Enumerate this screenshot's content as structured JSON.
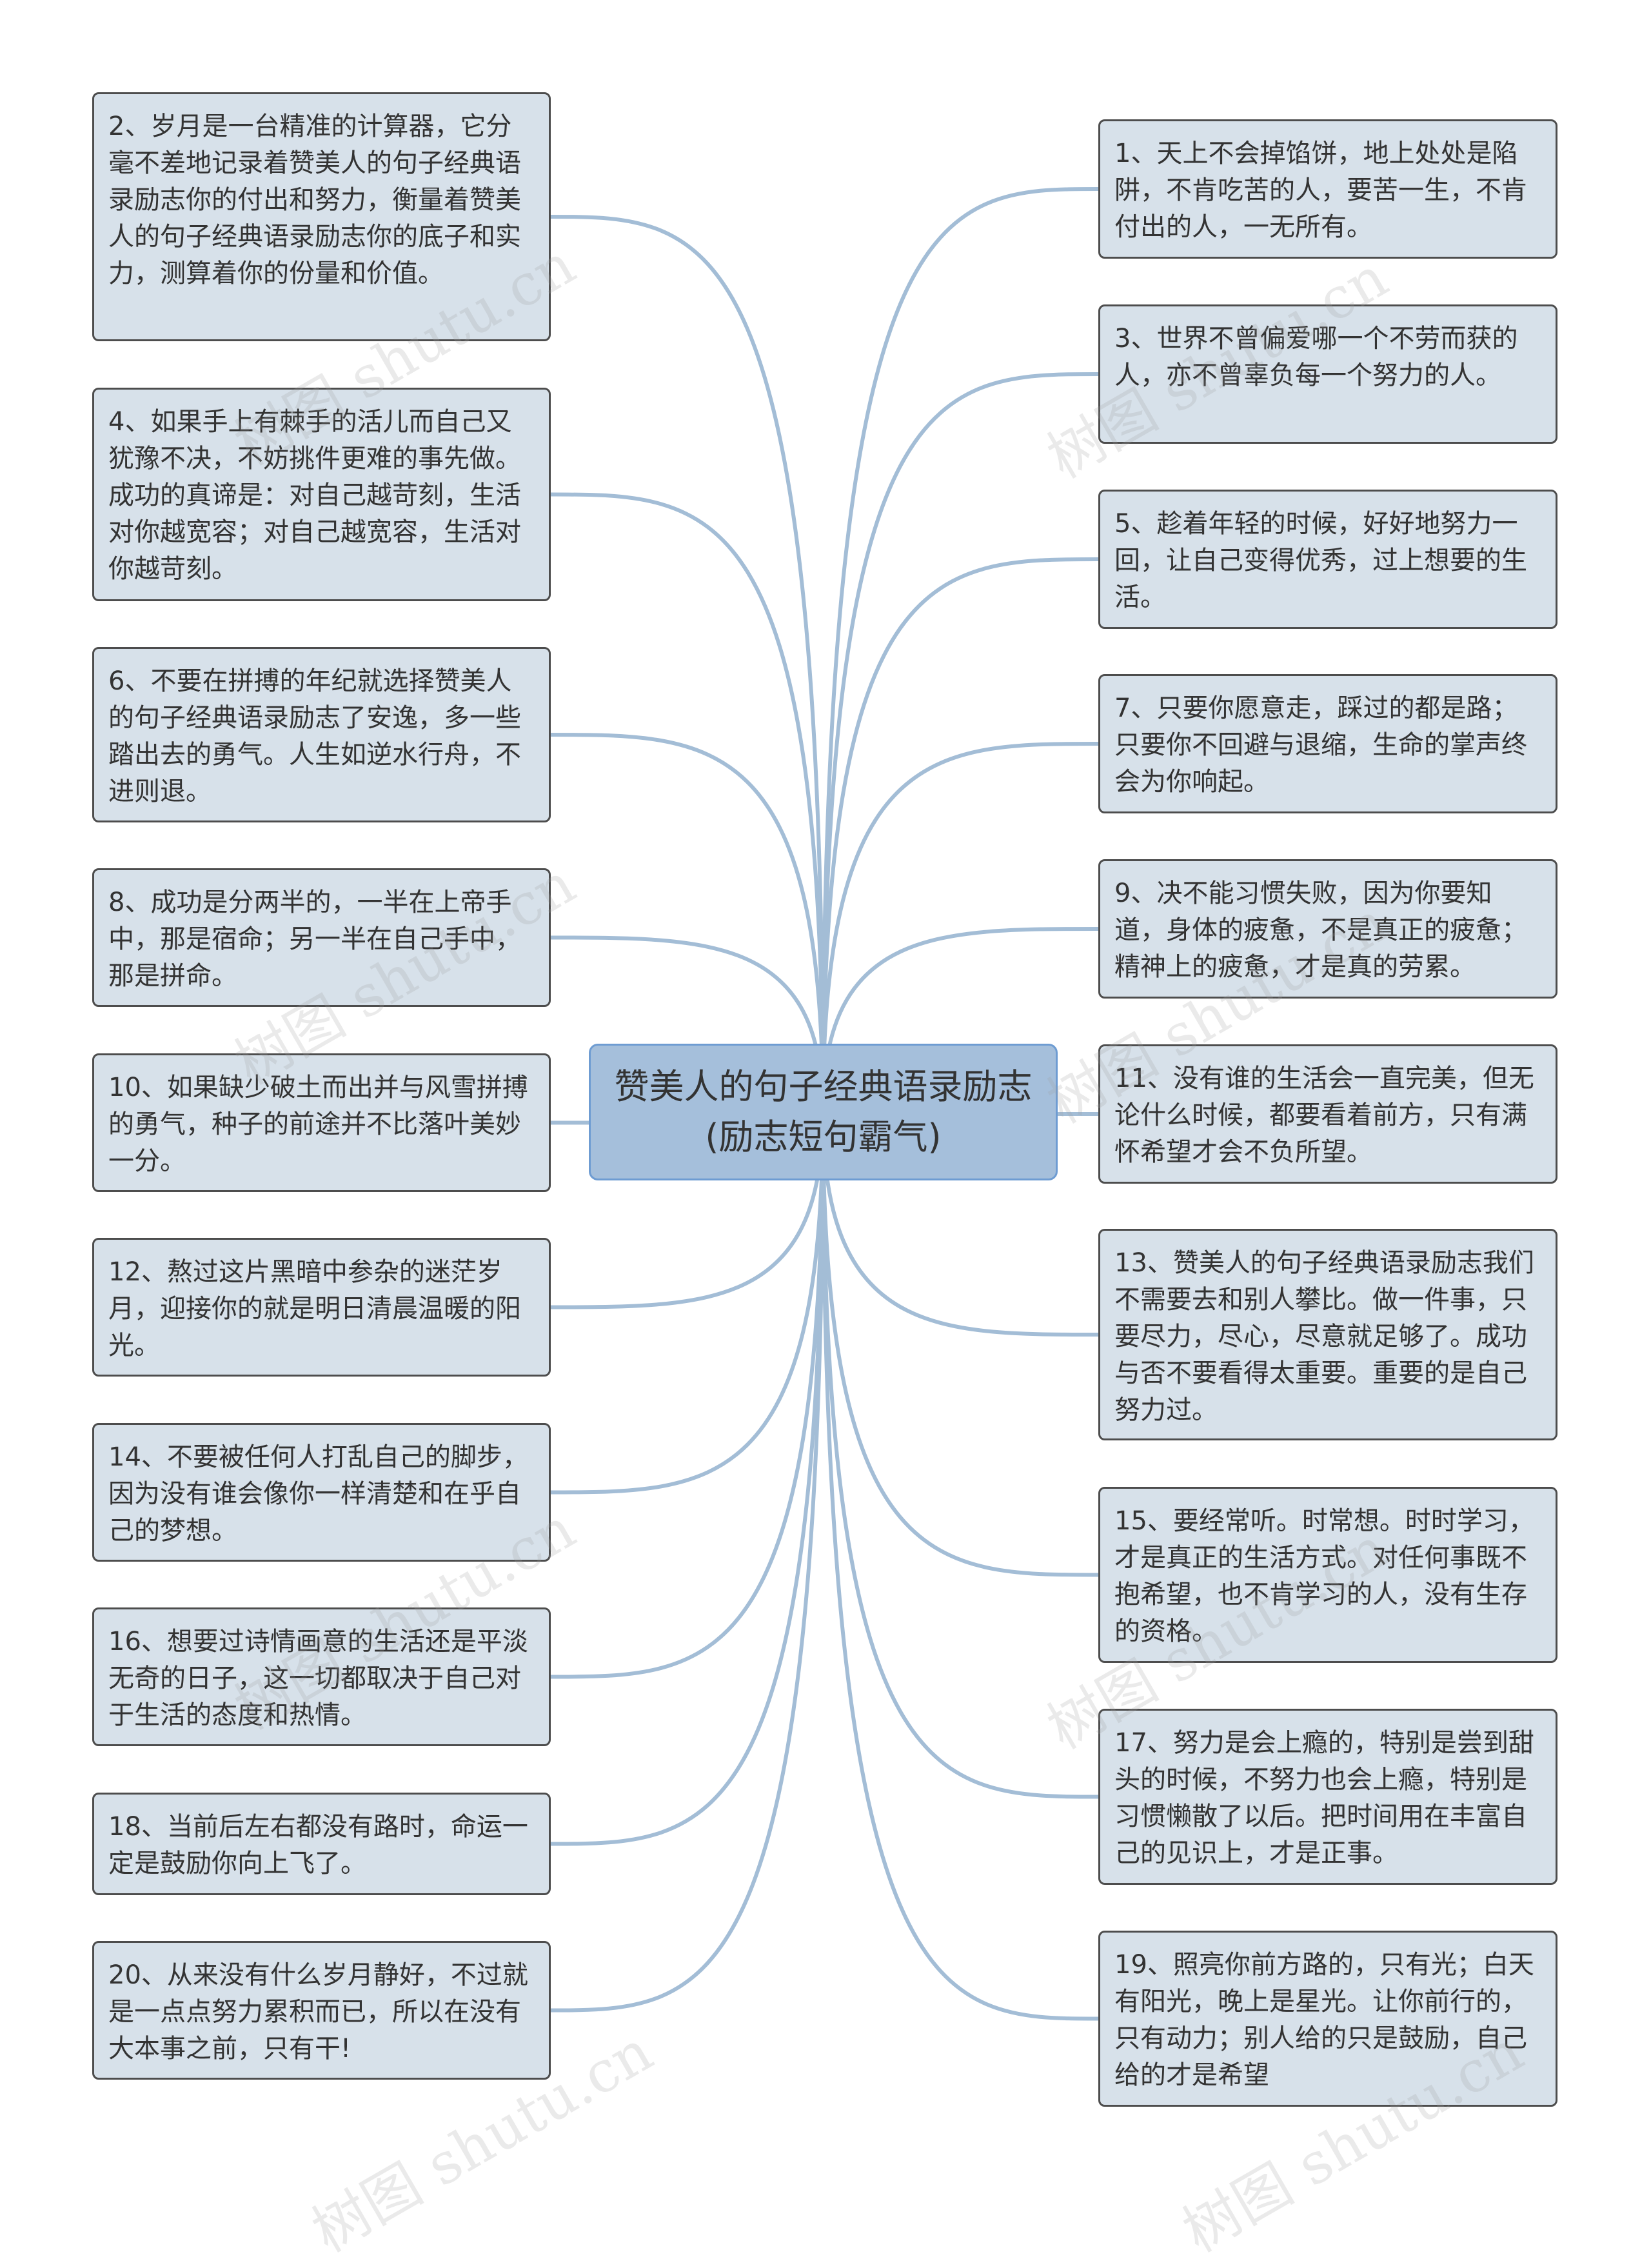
{
  "center": {
    "label": "赞美人的句子经典语录励志(励志短句霸气)"
  },
  "left_items": [
    "2、岁月是一台精准的计算器，它分毫不差地记录着赞美人的句子经典语录励志你的付出和努力，衡量着赞美人的句子经典语录励志你的底子和实力，测算着你的份量和价值。",
    "4、如果手上有棘手的活儿而自己又犹豫不决，不妨挑件更难的事先做。成功的真谛是：对自己越苛刻，生活对你越宽容；对自己越宽容，生活对你越苛刻。",
    "6、不要在拼搏的年纪就选择赞美人的句子经典语录励志了安逸，多一些踏出去的勇气。人生如逆水行舟，不进则退。",
    "8、成功是分两半的，一半在上帝手中，那是宿命；另一半在自己手中，那是拼命。",
    "10、如果缺少破土而出并与风雪拼搏的勇气，种子的前途并不比落叶美妙一分。",
    "12、熬过这片黑暗中参杂的迷茫岁月，迎接你的就是明日清晨温暖的阳光。",
    "14、不要被任何人打乱自己的脚步，因为没有谁会像你一样清楚和在乎自己的梦想。",
    "16、想要过诗情画意的生活还是平淡无奇的日子，这一切都取决于自己对于生活的态度和热情。",
    "18、当前后左右都没有路时，命运一定是鼓励你向上飞了。",
    "20、从来没有什么岁月静好，不过就是一点点努力累积而已，所以在没有大本事之前，只有干!"
  ],
  "right_items": [
    "1、天上不会掉馅饼，地上处处是陷阱，不肯吃苦的人，要苦一生，不肯付出的人，一无所有。",
    "3、世界不曾偏爱哪一个不劳而获的人，亦不曾辜负每一个努力的人。",
    "5、趁着年轻的时候，好好地努力一回，让自己变得优秀，过上想要的生活。",
    "7、只要你愿意走，踩过的都是路；只要你不回避与退缩，生命的掌声终会为你响起。",
    "9、决不能习惯失败，因为你要知道，身体的疲惫，不是真正的疲惫；精神上的疲惫，才是真的劳累。",
    "11、没有谁的生活会一直完美，但无论什么时候，都要看着前方，只有满怀希望才会不负所望。",
    "13、赞美人的句子经典语录励志我们不需要去和别人攀比。做一件事，只要尽力，尽心，尽意就足够了。成功与否不要看得太重要。重要的是自己努力过。",
    "15、要经常听。时常想。时时学习，才是真正的生活方式。对任何事既不抱希望，也不肯学习的人，没有生存的资格。",
    "17、努力是会上瘾的，特别是尝到甜头的时候，不努力也会上瘾，特别是习惯懒散了以后。把时间用在丰富自己的见识上，才是正事。",
    "19、照亮你前方路的，只有光；白天有阳光，晚上是星光。让你前行的，只有动力；别人给的只是鼓励，自己给的才是希望"
  ],
  "watermark": "树图 shutu.cn",
  "colors": {
    "node_fill": "#d7e1ea",
    "node_border": "#4d4d4d",
    "center_fill": "#a5bfdb",
    "center_border": "#6e9cd2",
    "link": "#a3bdd6",
    "text": "#333333"
  }
}
